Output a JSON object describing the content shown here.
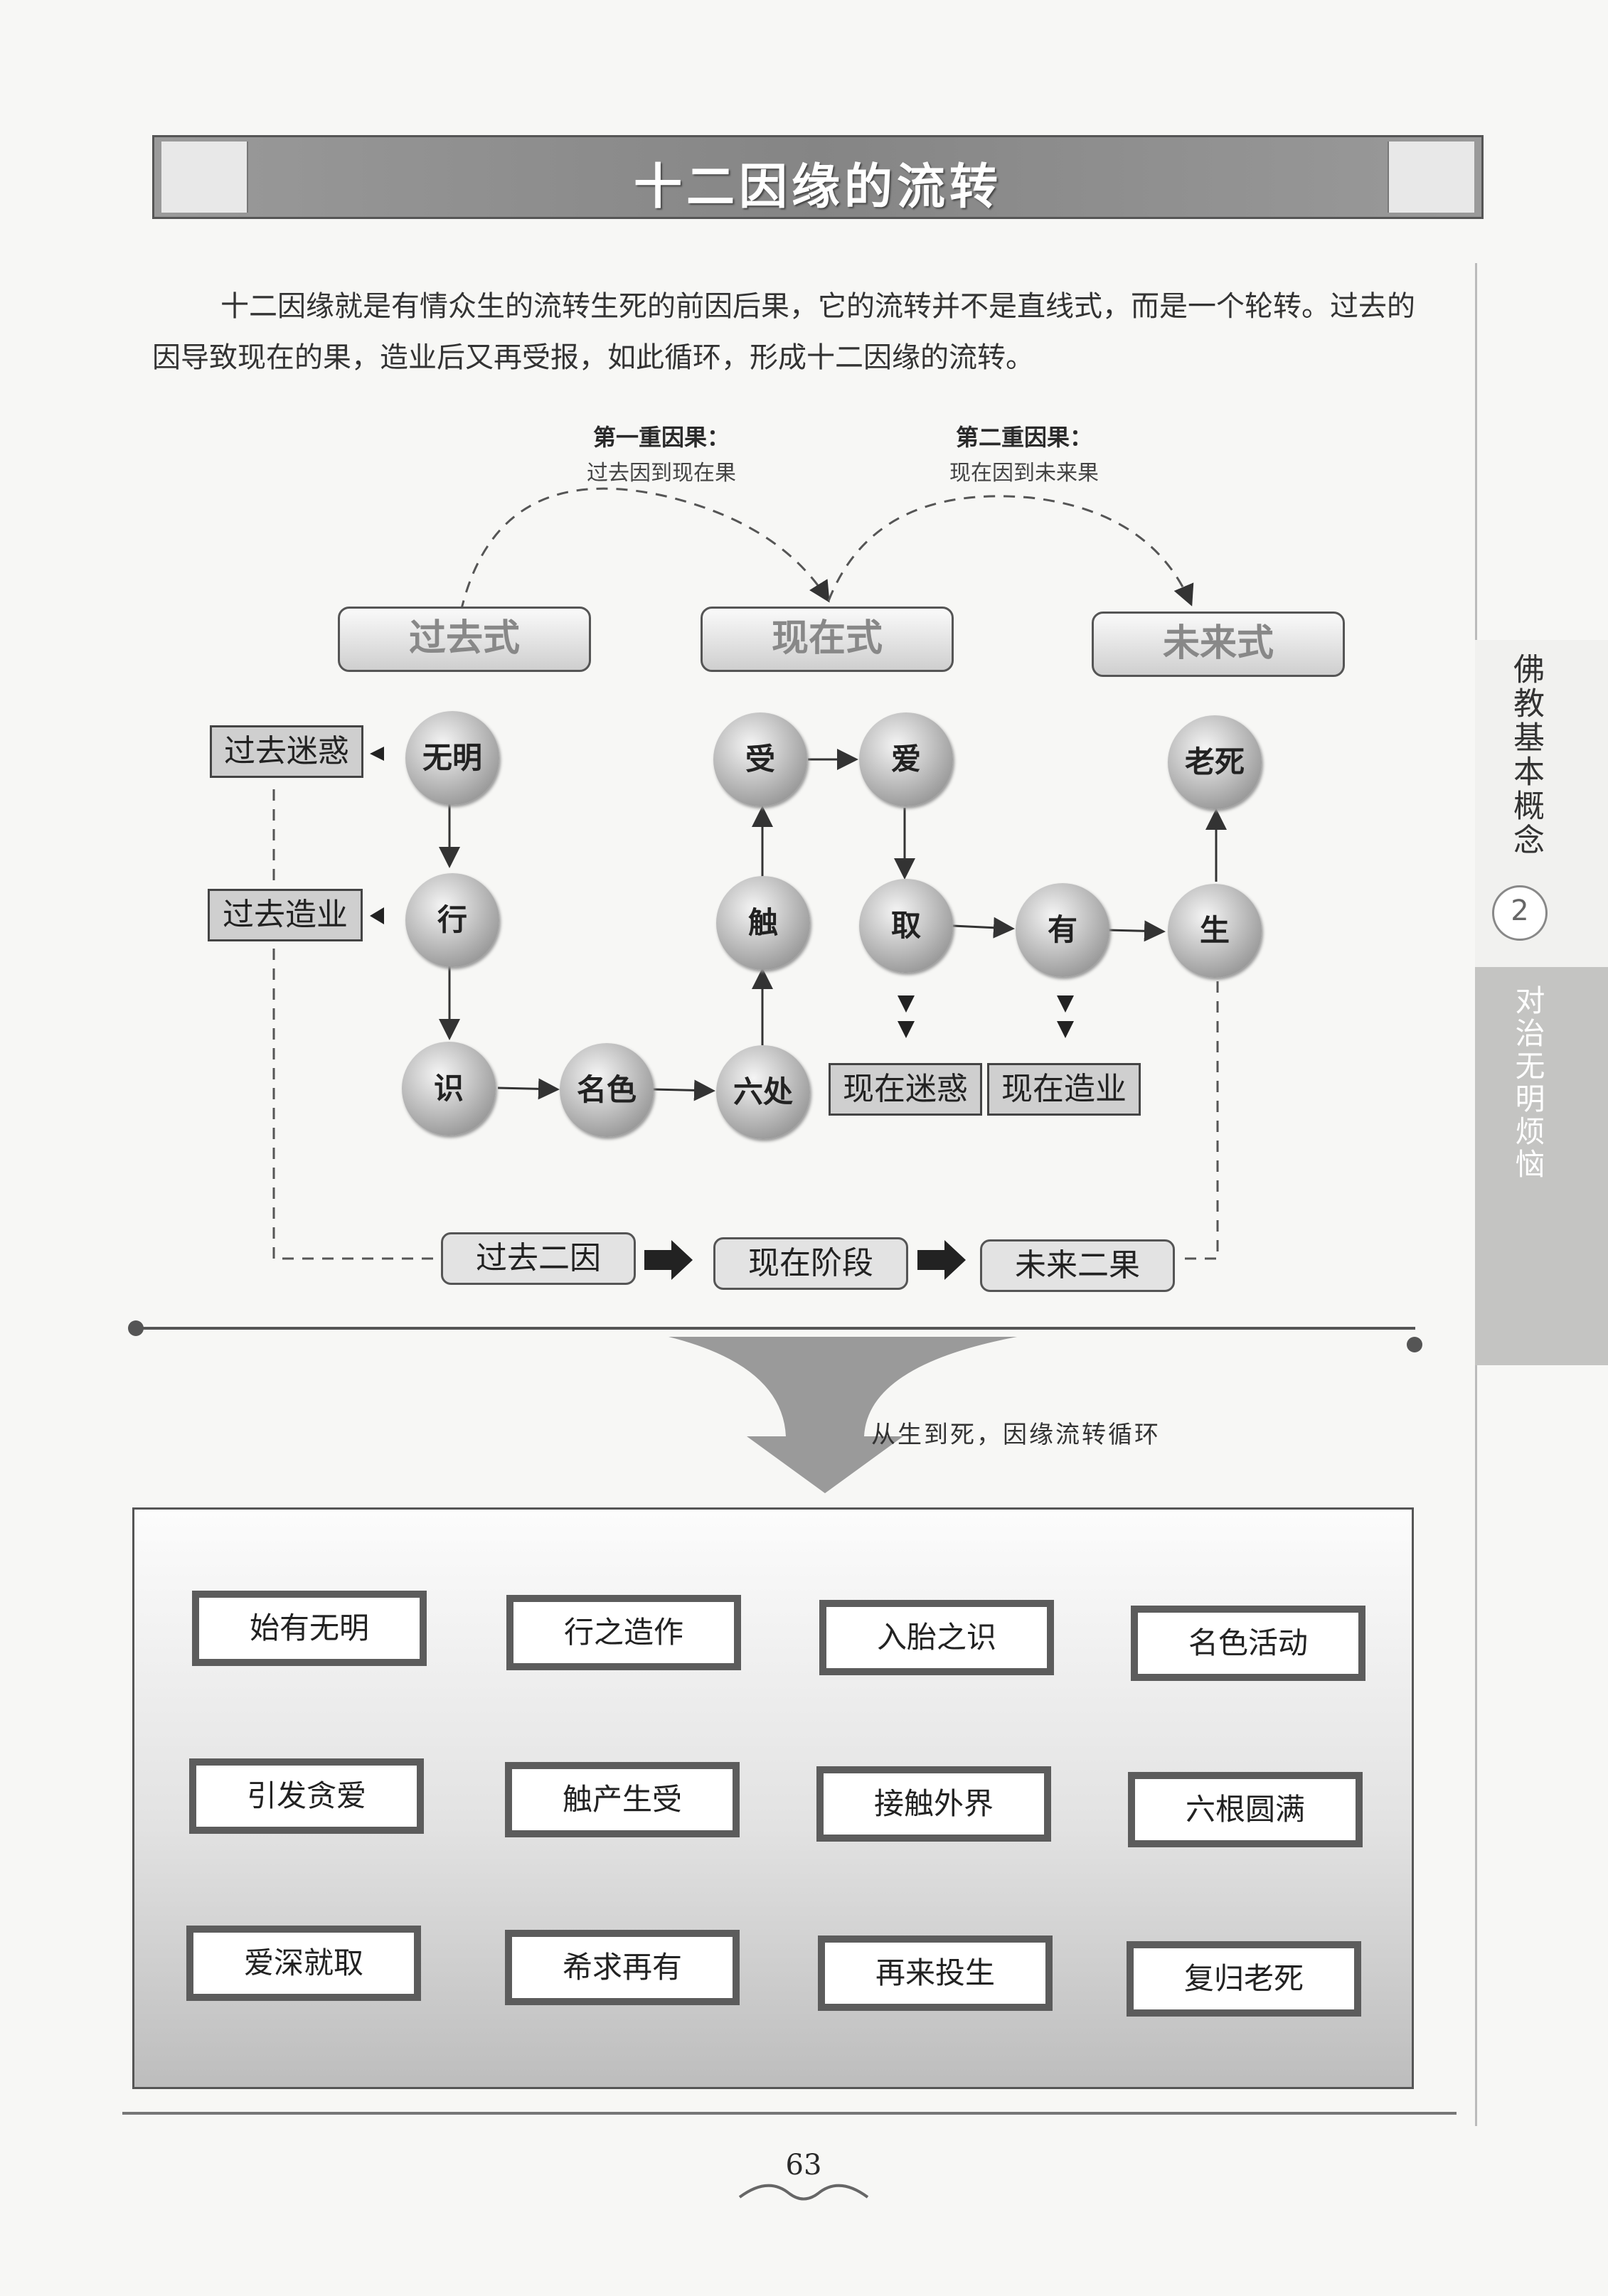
{
  "title": "十二因缘的流转",
  "intro": "十二因缘就是有情众生的流转生死的前因后果，它的流转并不是直线式，而是一个轮转。过去的因导致现在的果，造业后又再受报，如此循环，形成十二因缘的流转。",
  "causes": [
    {
      "title": "第一重因果：",
      "sub": "过去因到现在果"
    },
    {
      "title": "第二重因果：",
      "sub": "现在因到未来果"
    }
  ],
  "eras": [
    "过去式",
    "现在式",
    "未来式"
  ],
  "links": {
    "wuming": "无明",
    "xing": "行",
    "shi": "识",
    "mingse": "名色",
    "liuchu": "六处",
    "chu": "触",
    "shou": "受",
    "ai": "爱",
    "qu": "取",
    "you": "有",
    "sheng": "生",
    "laosi": "老死"
  },
  "side_labels": {
    "past_delusion": "过去迷惑",
    "past_karma": "过去造业",
    "present_delusion": "现在迷惑",
    "present_karma": "现在造业"
  },
  "stages": [
    "过去二因",
    "现在阶段",
    "未来二果"
  ],
  "circulation_label": "从生到死，因缘流转循环",
  "flow": [
    "始有无明",
    "行之造作",
    "入胎之识",
    "名色活动",
    "六根圆满",
    "接触外界",
    "触产生受",
    "引发贪爱",
    "爱深就取",
    "希求再有",
    "再来投生",
    "复归老死"
  ],
  "sidebar": {
    "book": "佛教基本概念",
    "chapter_num": "2",
    "chapter_title": "对治无明烦恼"
  },
  "page_number": "63"
}
